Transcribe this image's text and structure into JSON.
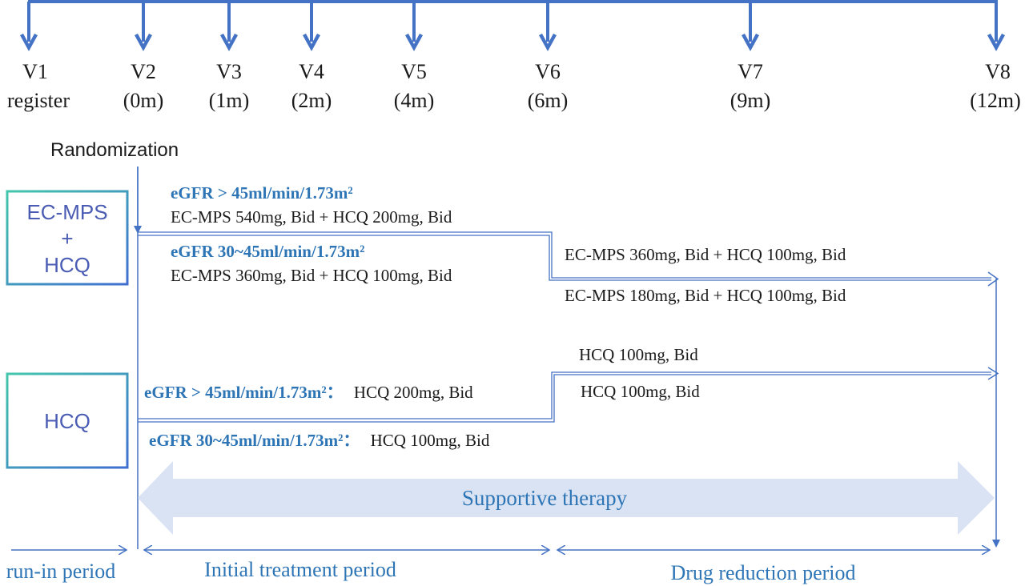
{
  "timeline": {
    "visits": [
      {
        "label": "V1",
        "sub": "register"
      },
      {
        "label": "V2",
        "sub": "(0m)"
      },
      {
        "label": "V3",
        "sub": "(1m)"
      },
      {
        "label": "V4",
        "sub": "(2m)"
      },
      {
        "label": "V5",
        "sub": "(4m)"
      },
      {
        "label": "V6",
        "sub": "(6m)"
      },
      {
        "label": "V7",
        "sub": "(9m)"
      },
      {
        "label": "V8",
        "sub": "(12m)"
      }
    ]
  },
  "randomization": "Randomization",
  "arms": {
    "combo": {
      "line1": "EC-MPS",
      "line2": "+",
      "line3": "HCQ"
    },
    "hcq": {
      "label": "HCQ"
    }
  },
  "combo_initial": {
    "high_egfr": "eGFR > 45ml/min/1.73m²",
    "high_dose": "EC-MPS 540mg, Bid + HCQ 200mg, Bid",
    "low_egfr": "eGFR 30~45ml/min/1.73m²",
    "low_dose": "EC-MPS 360mg, Bid + HCQ 100mg, Bid"
  },
  "combo_reduction": {
    "upper": "EC-MPS 360mg, Bid + HCQ 100mg, Bid",
    "lower": "EC-MPS 180mg, Bid + HCQ 100mg, Bid"
  },
  "hcq_initial": {
    "high_egfr": "eGFR > 45ml/min/1.73m²：",
    "high_dose": "HCQ 200mg, Bid",
    "low_egfr": "eGFR 30~45ml/min/1.73m²：",
    "low_dose": "HCQ 100mg, Bid"
  },
  "hcq_reduction": {
    "upper": "HCQ 100mg, Bid",
    "lower": "HCQ 100mg, Bid"
  },
  "supportive": "Supportive therapy",
  "periods": {
    "runin": "run-in period",
    "initial": "Initial treatment period",
    "reduction": "Drug reduction period"
  },
  "colors": {
    "arrow": "#4472c4",
    "line": "#4472c4",
    "label_blue": "#2e75b6",
    "supportive_fill": "#dae3f3"
  }
}
